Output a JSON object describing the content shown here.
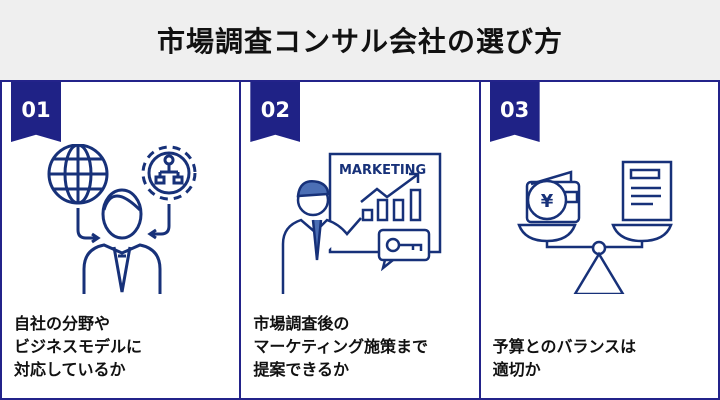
{
  "header": {
    "title": "市場調査コンサル会社の選び方"
  },
  "panels": [
    {
      "number": "01",
      "lines": [
        "自社の分野や",
        "ビジネスモデルに",
        "対応しているか"
      ],
      "icon": "person-globe-gear-icon"
    },
    {
      "number": "02",
      "lines": [
        "市場調査後の",
        "マーケティング施策まで",
        "提案できるか"
      ],
      "icon": "marketing-presenter-icon",
      "board_label": "MARKETING"
    },
    {
      "number": "03",
      "lines": [
        "予算とのバランスは",
        "適切か"
      ],
      "icon": "balance-scale-icon",
      "coin_symbol": "¥"
    }
  ],
  "colors": {
    "navy": "#1f2286",
    "icon": "#173179",
    "header_bg": "#efefef"
  }
}
